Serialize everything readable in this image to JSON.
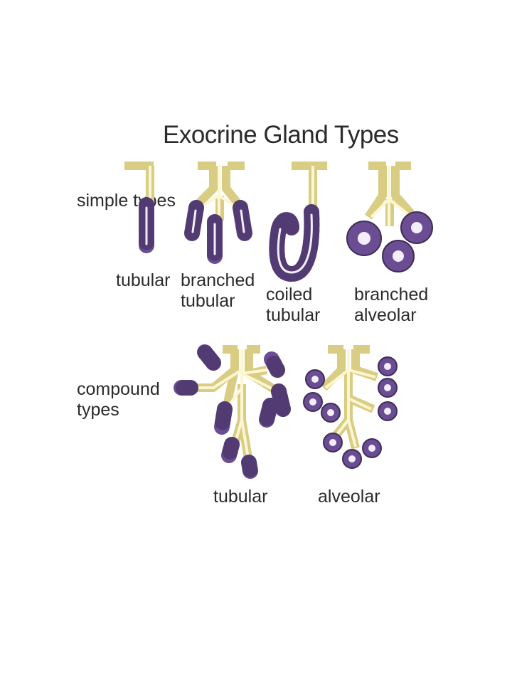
{
  "title": "Exocrine Gland Types",
  "rows": {
    "simple_label": "simple types",
    "compound_label": "compound types"
  },
  "simple": [
    {
      "id": "simple-tubular",
      "caption": "tubular"
    },
    {
      "id": "simple-branched-tubular",
      "caption": "branched tubular"
    },
    {
      "id": "simple-coiled-tubular",
      "caption": "coiled tubular"
    },
    {
      "id": "simple-branched-alveolar",
      "caption": "branched alveolar"
    }
  ],
  "compound": [
    {
      "id": "compound-tubular",
      "caption": "tubular"
    },
    {
      "id": "compound-alveolar",
      "caption": "alveolar"
    }
  ],
  "colors": {
    "duct": "#d9cc83",
    "secretory": "#6b4d93",
    "text": "#2b2b2b"
  }
}
